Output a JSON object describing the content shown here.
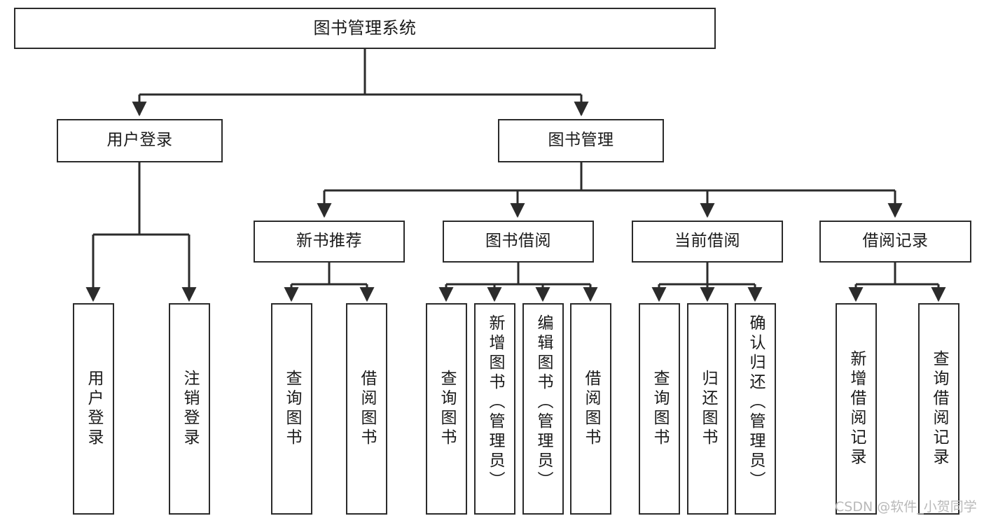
{
  "diagram": {
    "type": "tree-hierarchy",
    "title": "图书管理系统",
    "orientation": "top-down",
    "colors": {
      "box_border": "#2b2b2b",
      "box_fill": "#ffffff",
      "connector": "#2b2b2b",
      "canvas": "#ffffff",
      "watermark": "#b9b9b9"
    }
  },
  "root": {
    "label": "图书管理系统"
  },
  "level2": [
    {
      "label": "用户登录"
    },
    {
      "label": "图书管理"
    }
  ],
  "level3": [
    {
      "label": "新书推荐"
    },
    {
      "label": "图书借阅"
    },
    {
      "label": "当前借阅"
    },
    {
      "label": "借阅记录"
    }
  ],
  "leaves": {
    "user_login": [
      {
        "label": "用户登录"
      },
      {
        "label": "注销登录"
      }
    ],
    "new_book_recommend": [
      {
        "label": "查询图书"
      },
      {
        "label": "借阅图书"
      }
    ],
    "book_borrow": [
      {
        "label": "查询图书"
      },
      {
        "label": "新增图书（管理员）"
      },
      {
        "label": "编辑图书（管理员）"
      },
      {
        "label": "借阅图书"
      }
    ],
    "current_borrow": [
      {
        "label": "查询图书"
      },
      {
        "label": "归还图书"
      },
      {
        "label": "确认归还（管理员）"
      }
    ],
    "borrow_record": [
      {
        "label": "新增借阅记录"
      },
      {
        "label": "查询借阅记录"
      }
    ]
  },
  "watermark": {
    "text": "CSDN @软件_小贺同学"
  }
}
